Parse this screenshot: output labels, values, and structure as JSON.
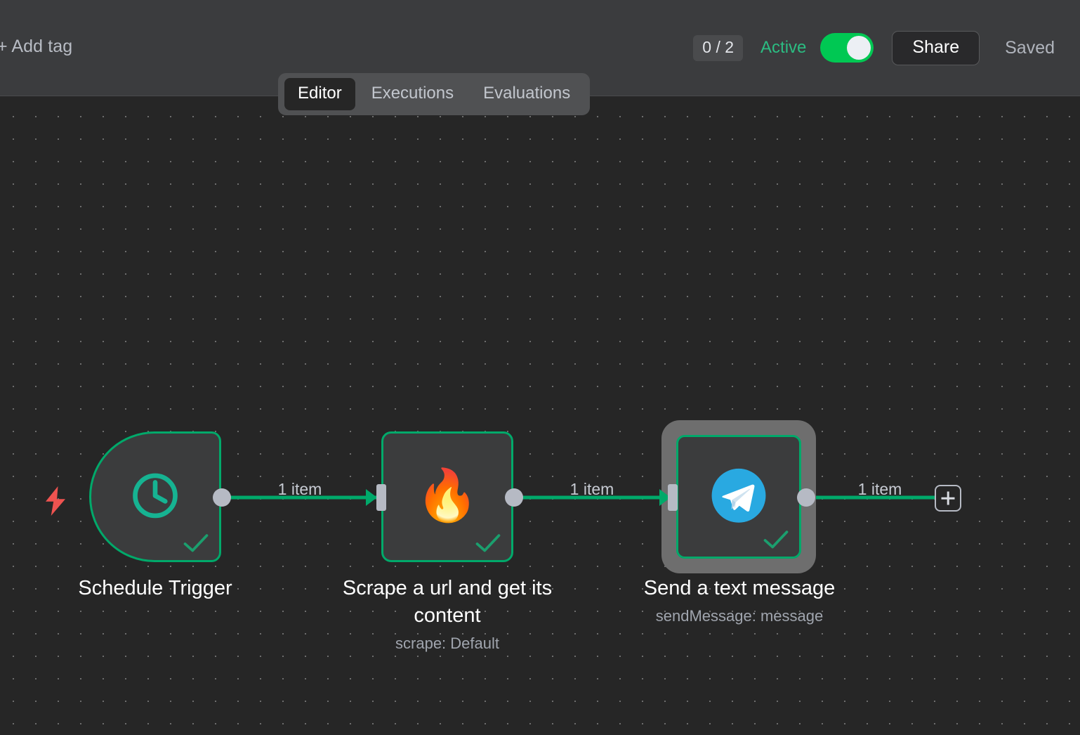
{
  "header": {
    "add_tag_label": "+ Add tag",
    "count_badge": "0 / 2",
    "active_label": "Active",
    "active_toggle_state": "on",
    "share_label": "Share",
    "saved_label": "Saved",
    "accent_green": "#00c853",
    "active_text_color": "#2bbd82"
  },
  "tabs": {
    "items": [
      {
        "label": "Editor",
        "active": true
      },
      {
        "label": "Executions",
        "active": false
      },
      {
        "label": "Evaluations",
        "active": false
      }
    ]
  },
  "canvas": {
    "trigger_bolt_color": "#ef5350",
    "node_border_color": "#00a96a",
    "node_body_color": "#3b3c3d",
    "port_color": "#b6bac4",
    "selection_ring_color": "#6e6e6e",
    "nodes": [
      {
        "id": "schedule-trigger",
        "title": "Schedule Trigger",
        "subtitle": "",
        "icon": "clock-icon",
        "icon_color": "#16b392",
        "status": "success",
        "selected": false,
        "shape": "trigger"
      },
      {
        "id": "scrape-url",
        "title": "Scrape a url and get its\ncontent",
        "subtitle": "scrape: Default",
        "icon": "firecrawl-flame-icon",
        "icon_color": "#ff7a18",
        "status": "success",
        "selected": false,
        "shape": "square"
      },
      {
        "id": "send-text-message",
        "title": "Send a text message",
        "subtitle": "sendMessage: message",
        "icon": "telegram-icon",
        "icon_color": "#29a9e1",
        "status": "success",
        "selected": true,
        "shape": "square"
      }
    ],
    "connections": [
      {
        "from": "schedule-trigger",
        "to": "scrape-url",
        "label": "1 item"
      },
      {
        "from": "scrape-url",
        "to": "send-text-message",
        "label": "1 item"
      },
      {
        "from": "send-text-message",
        "to": "add-node",
        "label": "1 item"
      }
    ],
    "add_node_button": "+"
  }
}
